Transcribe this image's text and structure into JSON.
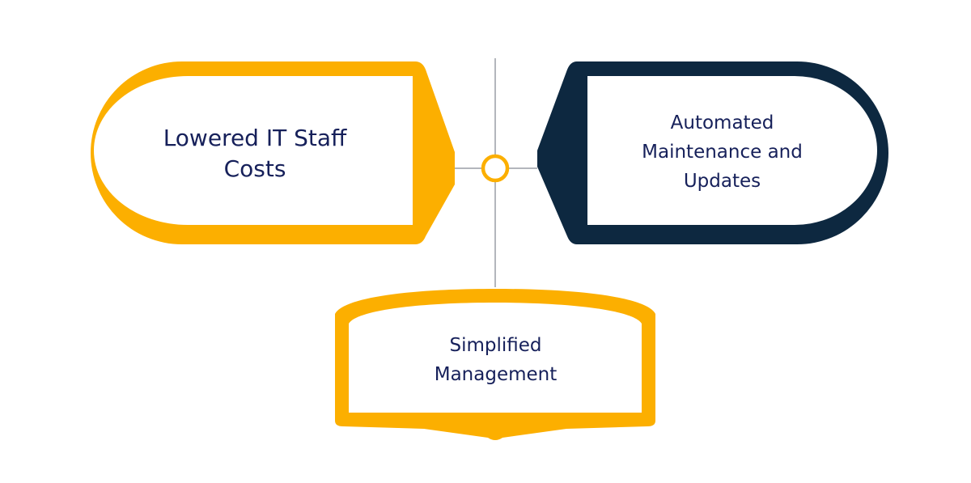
{
  "colors": {
    "accent_yellow": "#FCAF00",
    "navy": "#0D2840",
    "text": "#16205A",
    "connector": "#9A9DA5",
    "background": "#FFFFFF"
  },
  "nodes": {
    "left": {
      "label": "Lowered IT Staff\nCosts"
    },
    "right": {
      "label": "Automated\nMaintenance and\nUpdates"
    },
    "bottom": {
      "label": "Simplified\nManagement"
    }
  }
}
